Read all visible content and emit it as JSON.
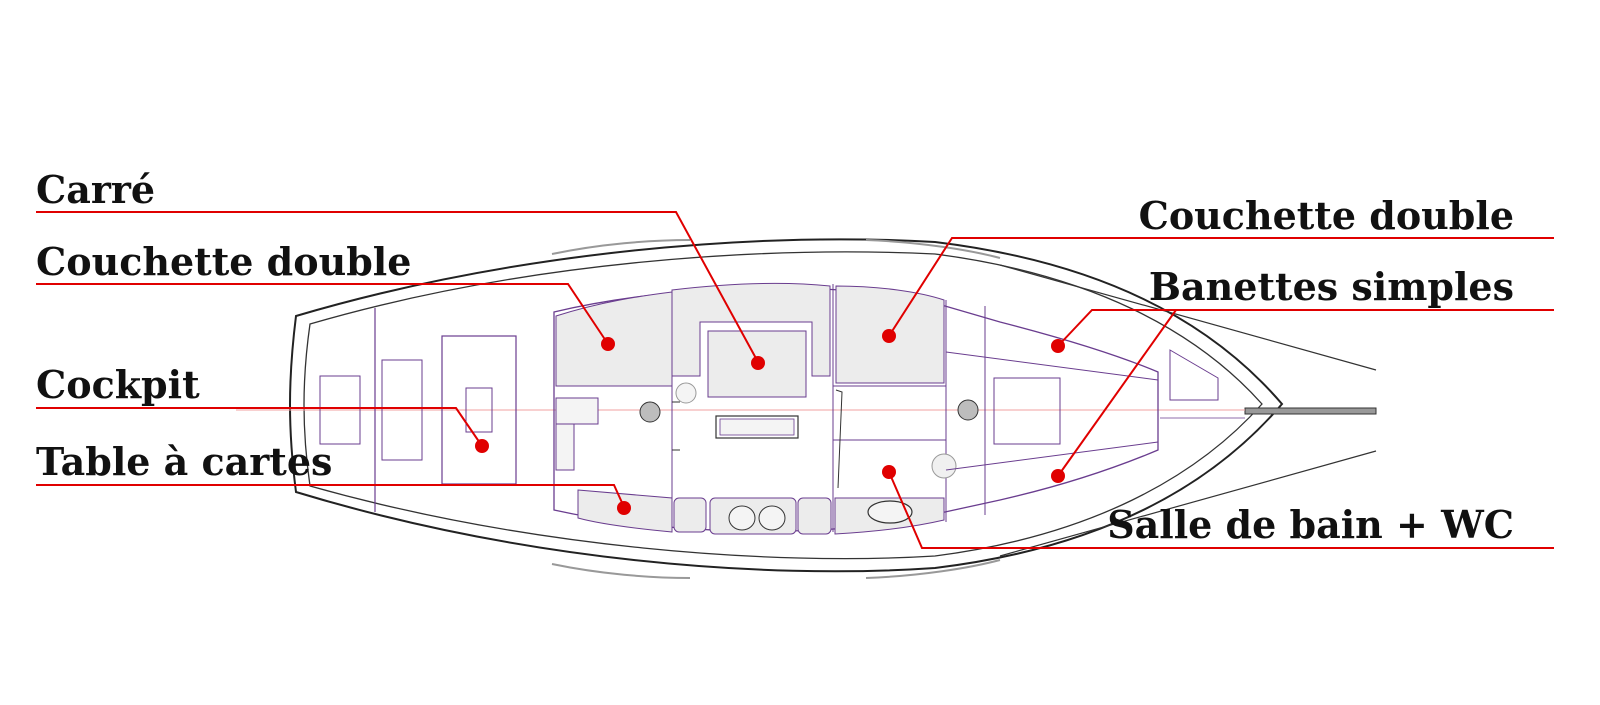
{
  "labels": {
    "carre": "Carré",
    "couchette_double_left": "Couchette double",
    "cockpit": "Cockpit",
    "table_cartes": "Table à cartes",
    "couchette_double_right": "Couchette double",
    "banettes_simples": "Banettes simples",
    "salle_de_bain": "Salle de bain + WC"
  },
  "colors": {
    "leader": "#e00000",
    "hull": "#222222",
    "interior": "#6a3d8f",
    "fill": "#ececec"
  }
}
